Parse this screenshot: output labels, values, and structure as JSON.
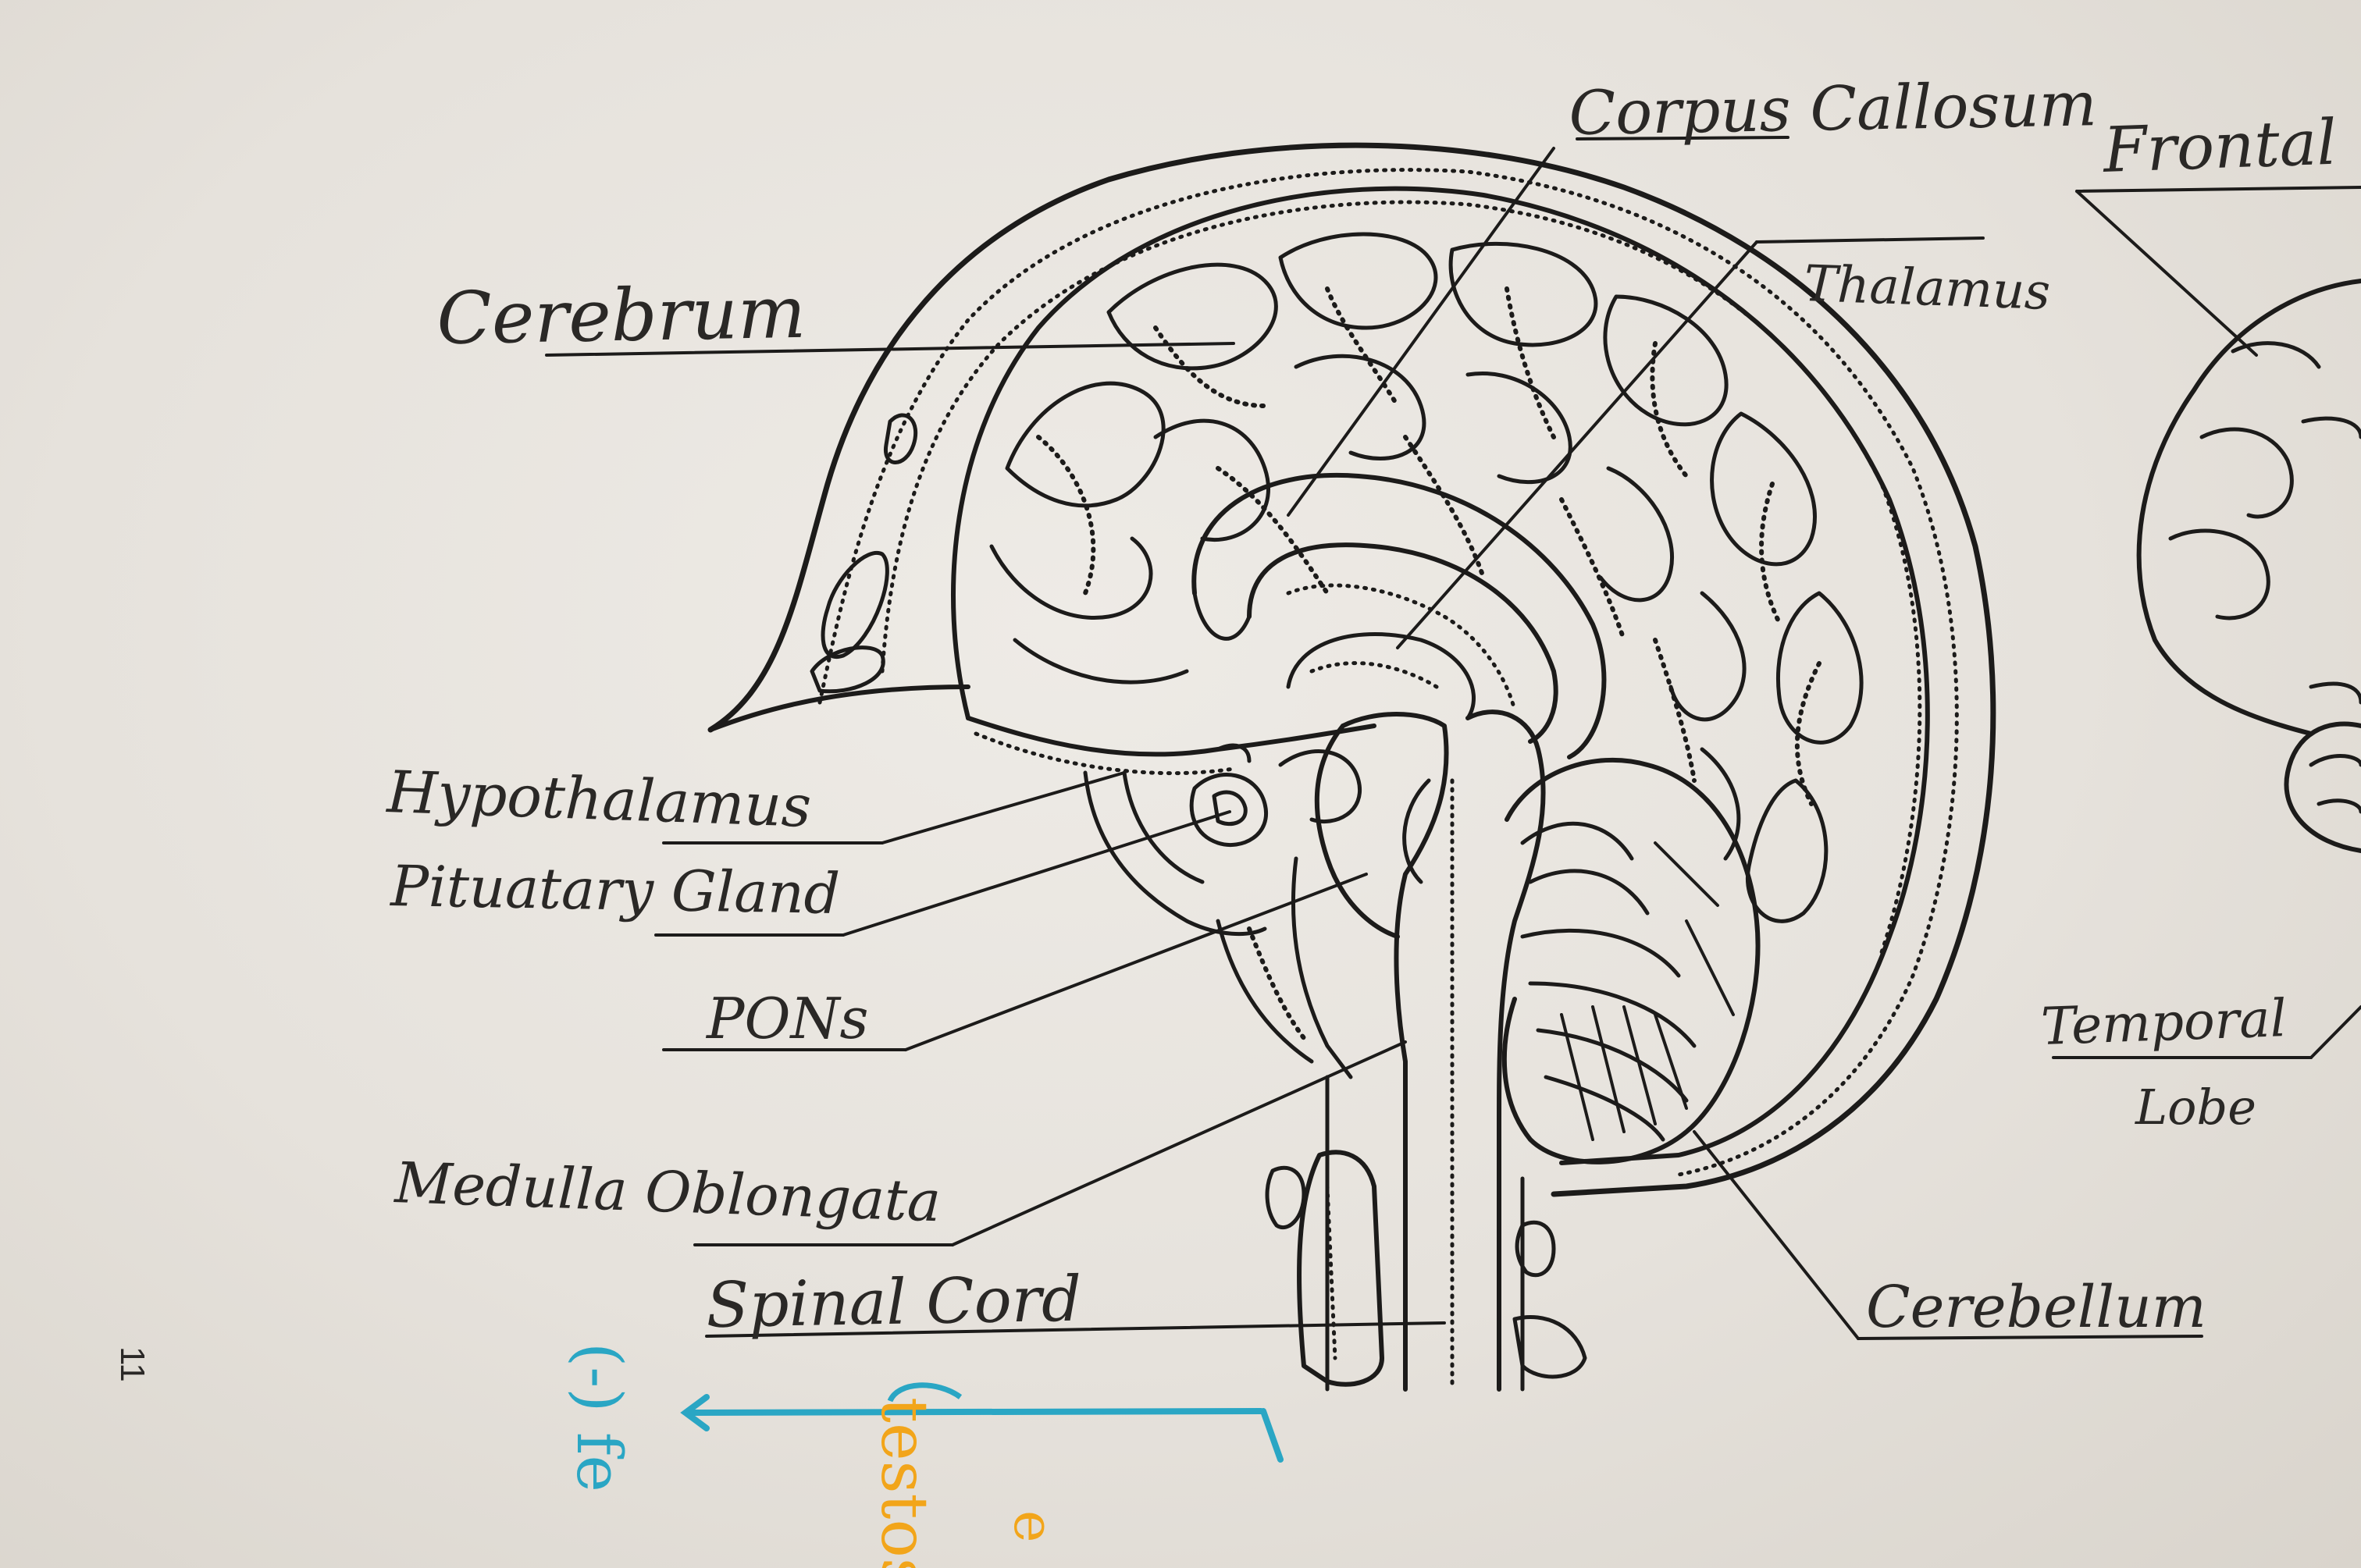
{
  "photo": {
    "subject": "sagittal brain section worksheet with handwritten labels"
  },
  "labels": {
    "cerebrum": "Cerebrum",
    "corpus_callosum": "Corpus Callosum",
    "thalamus": "Thalamus",
    "frontal": "Frontal",
    "hypothalamus": "Hypothalamus",
    "pituitary_gland": "Pituatary Gland",
    "pons": "PONs",
    "medulla_oblongata": "Medulla Oblongata",
    "spinal_cord": "Spinal Cord",
    "cerebellum": "Cerebellum",
    "temporal_lobe_1": "Temporal",
    "temporal_lobe_2": "Lobe"
  },
  "page_number": "11",
  "margin_notes": {
    "blue_note": "(-) fe",
    "orange_note": "testos",
    "orange_fragment": "e"
  },
  "colors": {
    "paper": "#e7e4de",
    "ink": "#1c1b1a",
    "pencil": "#2a2826",
    "blue_ink": "#2aa6c4",
    "orange_ink": "#f2a51a"
  }
}
